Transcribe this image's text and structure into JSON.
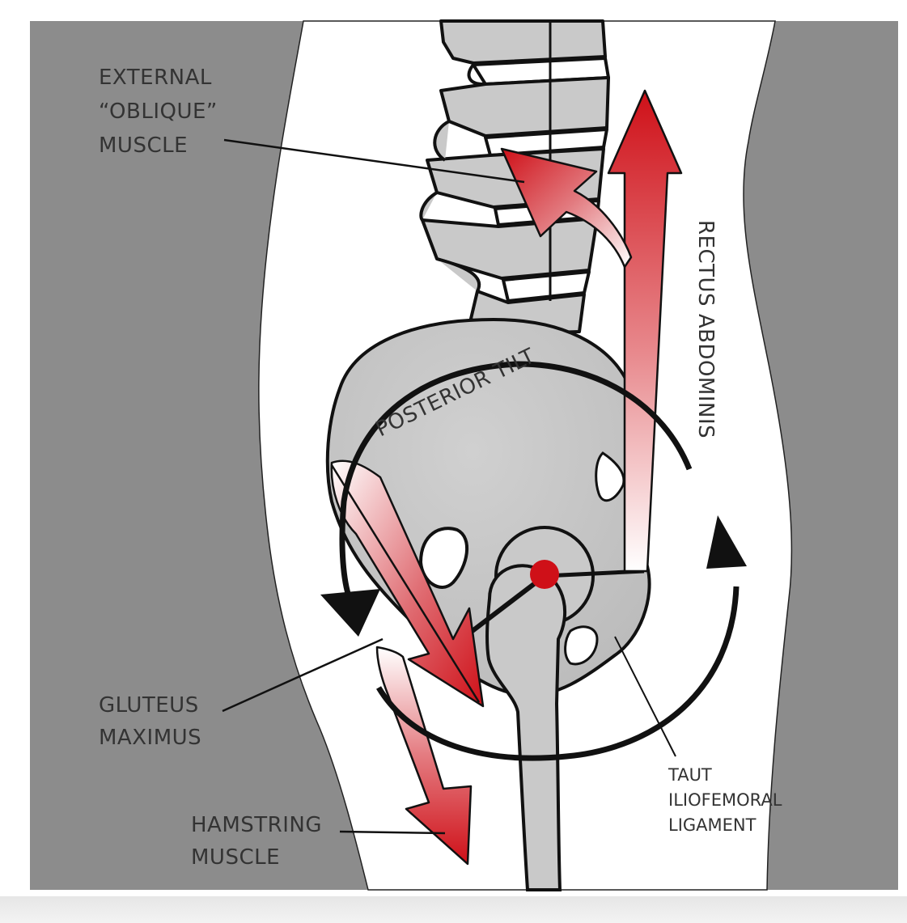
{
  "diagram": {
    "labels": {
      "external_oblique_line1": "EXTERNAL",
      "external_oblique_line2": "“OBLIQUE”",
      "external_oblique_line3": "MUSCLE",
      "rectus_abdominis": "RECTUS ABDOMINIS",
      "posterior_tilt": "POSTERIOR TILT",
      "gluteus_line1": "GLUTEUS",
      "gluteus_line2": "MAXIMUS",
      "hamstring_line1": "HAMSTRING",
      "hamstring_line2": "MUSCLE",
      "taut_line1": "TAUT",
      "taut_line2": "ILIOFEMORAL",
      "taut_line3": "LIGAMENT"
    },
    "colors": {
      "background_gray": "#8c8c8c",
      "body_white": "#ffffff",
      "bone_gray": "#c9c9c9",
      "muscle_red": "#d0121b",
      "outline": "#111111",
      "text": "#333333"
    }
  }
}
